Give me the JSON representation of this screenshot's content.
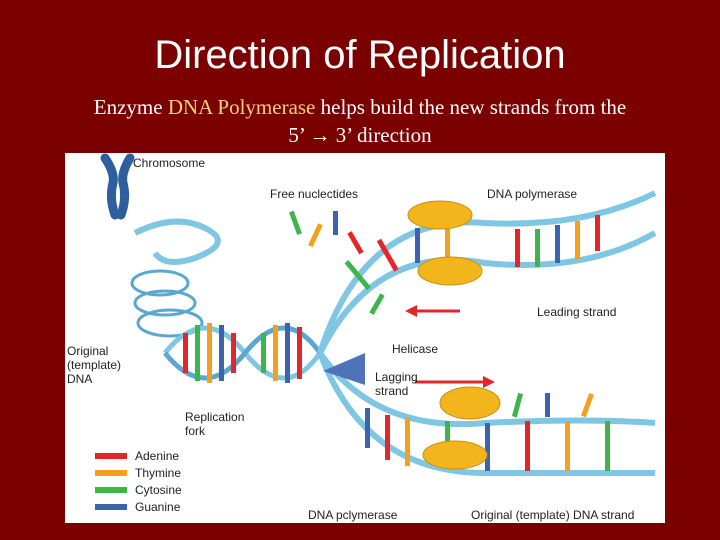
{
  "slide": {
    "title": "Direction of Replication",
    "subtitle_prefix": "Enzyme ",
    "subtitle_highlight": "DNA Polymerase",
    "subtitle_suffix": " helps build the new strands from the",
    "subtitle_line2": "5’ → 3’ direction"
  },
  "figure": {
    "labels": {
      "chromosome": "Chromosome",
      "free_nucleotides": "Free nuclectides",
      "dna_polymerase_top": "DNA polymerase",
      "leading_strand": "Leading strand",
      "helicase": "Helicase",
      "lagging_strand_1": "Lagging",
      "lagging_strand_2": "strand",
      "original_template_1": "Original",
      "original_template_2": "(template)",
      "original_template_3": "DNA",
      "replication_fork_1": "Replication",
      "replication_fork_2": "fork",
      "dna_polymerase_bottom": "DNA pclymerase",
      "original_template_strand": "Original (template) DNA strand"
    },
    "legend": [
      {
        "name": "Adenine",
        "color": "#e3262a"
      },
      {
        "name": "Thymine",
        "color": "#f4a01e"
      },
      {
        "name": "Cytosine",
        "color": "#3cb54a"
      },
      {
        "name": "Guanine",
        "color": "#3c63ae"
      }
    ],
    "colors": {
      "backbone": "#7fc6e4",
      "polymerase": "#f2b51c",
      "helicase": "#4f73b8",
      "arrow": "#e3262a",
      "chromosome": "#2f5e9f"
    }
  }
}
